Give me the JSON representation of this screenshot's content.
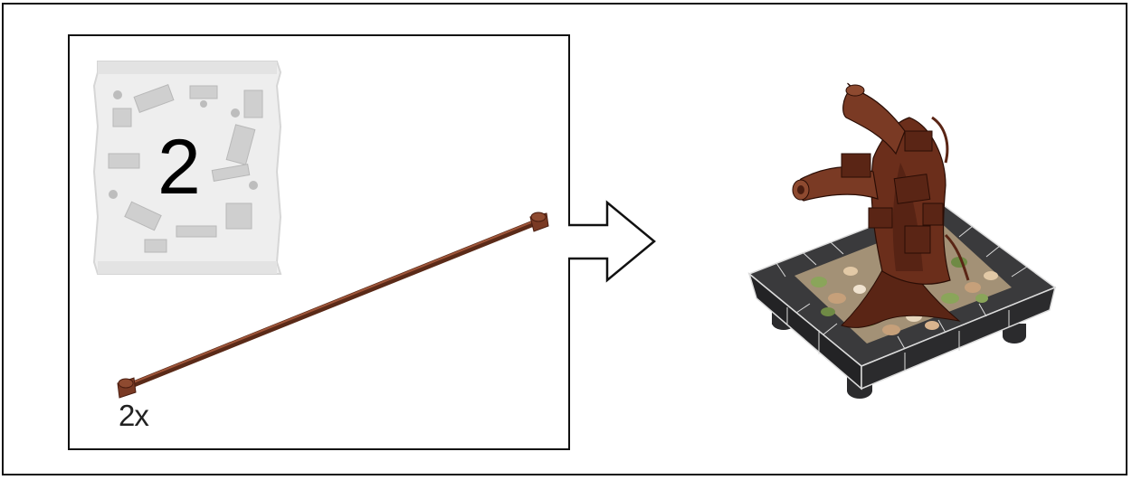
{
  "step": {
    "bag_number": "2",
    "part_quantity": "2x"
  },
  "colors": {
    "frame": "#111111",
    "bag_fill": "#eeeeee",
    "bag_edge": "#d6d6d6",
    "rod": "#7a3a24",
    "rod_highlight": "#a0563a",
    "pot_dark": "#2b2b2d",
    "pot_edge": "#dcdcdc",
    "trunk": "#6b2e1b",
    "trunk_dark": "#4a1d10",
    "soil_green": "#8aa55a",
    "soil_tan": "#c6a07a"
  },
  "icons": {
    "parts_bag": "parts-bag-icon",
    "arrow": "right-arrow-icon",
    "rod": "brown-rod-part",
    "model": "bonsai-model"
  }
}
